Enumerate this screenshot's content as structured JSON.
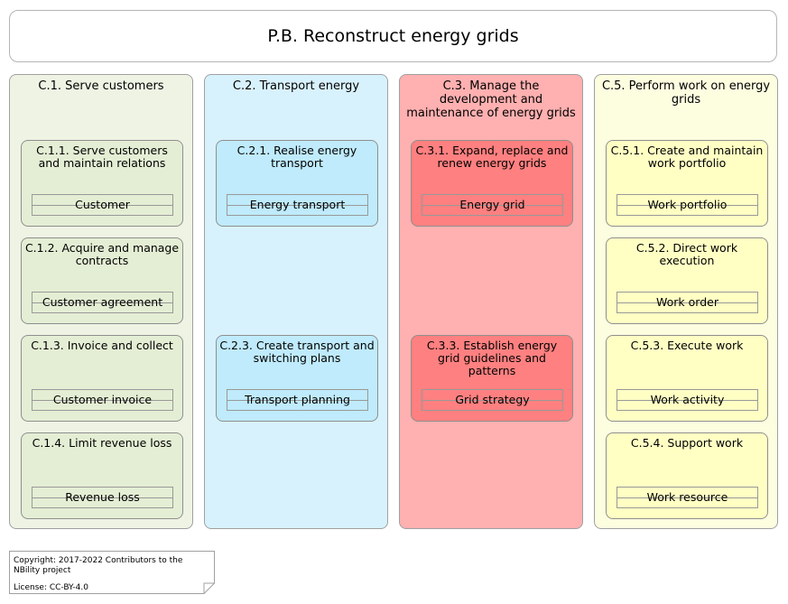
{
  "title": "P.B. Reconstruct energy grids",
  "colors": {
    "c1_column": "#eef3e4",
    "c1_capability": "#e4eed4",
    "c2_column": "#d8f2fd",
    "c2_capability": "#bfebfc",
    "c3_column": "#ffb0b0",
    "c3_capability": "#ff8080",
    "c5_column": "#fdfde0",
    "c5_capability": "#ffffc4"
  },
  "columns": [
    {
      "title": "C.1. Serve customers",
      "capabilities": [
        {
          "title": "C.1.1. Serve customers and maintain relations",
          "object": "Customer"
        },
        {
          "title": "C.1.2. Acquire and manage contracts",
          "object": "Customer agreement"
        },
        {
          "title": "C.1.3. Invoice and collect",
          "object": "Customer invoice"
        },
        {
          "title": "C.1.4. Limit revenue loss",
          "object": "Revenue loss"
        }
      ]
    },
    {
      "title": "C.2. Transport energy",
      "capabilities": [
        {
          "title": "C.2.1. Realise energy transport",
          "object": "Energy transport"
        },
        {
          "title": "C.2.3. Create transport and switching plans",
          "object": "Transport planning"
        }
      ]
    },
    {
      "title": "C.3. Manage the development and maintenance of energy grids",
      "capabilities": [
        {
          "title": "C.3.1. Expand, replace and renew energy grids",
          "object": "Energy grid"
        },
        {
          "title": "C.3.3. Establish energy grid guidelines and patterns",
          "object": "Grid strategy"
        }
      ]
    },
    {
      "title": "C.5. Perform work on energy grids",
      "capabilities": [
        {
          "title": "C.5.1. Create and maintain work portfolio",
          "object": "Work portfolio"
        },
        {
          "title": "C.5.2. Direct work execution",
          "object": "Work order"
        },
        {
          "title": "C.5.3. Execute work",
          "object": "Work activity"
        },
        {
          "title": "C.5.4. Support work",
          "object": "Work resource"
        }
      ]
    }
  ],
  "note": {
    "line1": "Copyright: 2017-2022 Contributors to the",
    "line2": "NBility project",
    "line3": "License: CC-BY-4.0"
  }
}
